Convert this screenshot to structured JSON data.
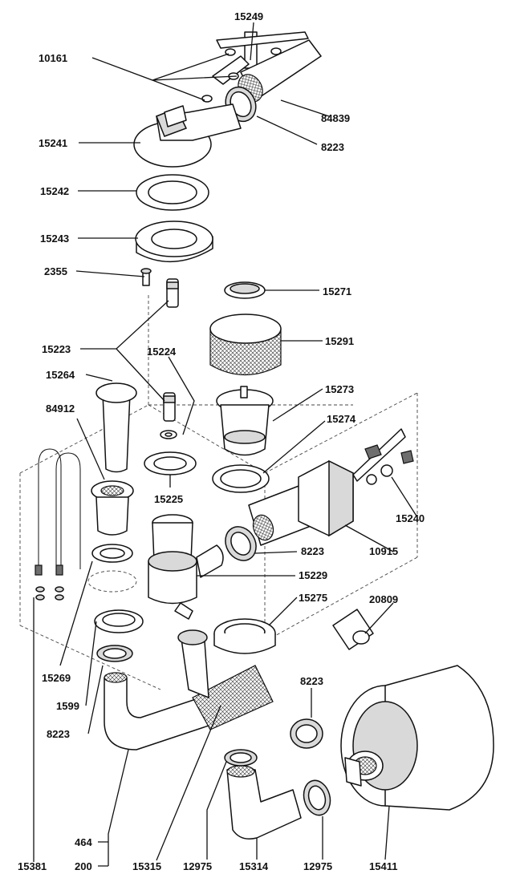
{
  "labels": {
    "p15249": "15249",
    "p10161": "10161",
    "p84839": "84839",
    "p15241": "15241",
    "p8223a": "8223",
    "p15242": "15242",
    "p15243": "15243",
    "p2355": "2355",
    "p15271": "15271",
    "p15291": "15291",
    "p15223": "15223",
    "p15224": "15224",
    "p15264": "15264",
    "p15273": "15273",
    "p84912": "84912",
    "p15274": "15274",
    "p15225": "15225",
    "p15240": "15240",
    "p8223b": "8223",
    "p10915": "10915",
    "p15229": "15229",
    "p15275": "15275",
    "p20809": "20809",
    "p15269": "15269",
    "p8223c": "8223",
    "p1599": "1599",
    "p8223d": "8223",
    "p464": "464",
    "p200": "200",
    "p15381": "15381",
    "p15315": "15315",
    "p12975a": "12975",
    "p15314": "15314",
    "p12975b": "12975",
    "p15411": "15411"
  },
  "colors": {
    "line": "#111111",
    "fill": "#ffffff",
    "shade": "#d9d9d9"
  }
}
